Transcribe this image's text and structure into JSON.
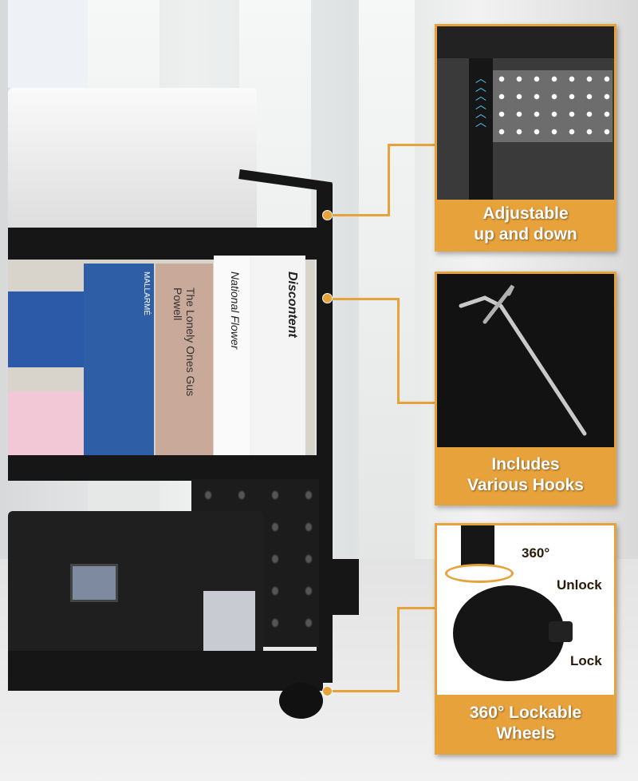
{
  "colors": {
    "accent": "#e8a23c",
    "frame": "#161616"
  },
  "callouts": [
    {
      "caption_line1": "Adjustable",
      "caption_line2": "up and down",
      "icon": "chevron-up-arrows"
    },
    {
      "caption_line1": "Includes",
      "caption_line2": "Various Hooks",
      "icon": "pegboard-hook"
    },
    {
      "caption_line1": "360° Lockable",
      "caption_line2": "Wheels",
      "icon": "caster-wheel",
      "labels": {
        "rotation": "360°",
        "unlock": "Unlock",
        "lock": "Lock"
      }
    }
  ],
  "books": [
    "MALLARMÉ",
    "The Lonely Ones Gus Powell",
    "National Flower",
    "Discontent"
  ]
}
